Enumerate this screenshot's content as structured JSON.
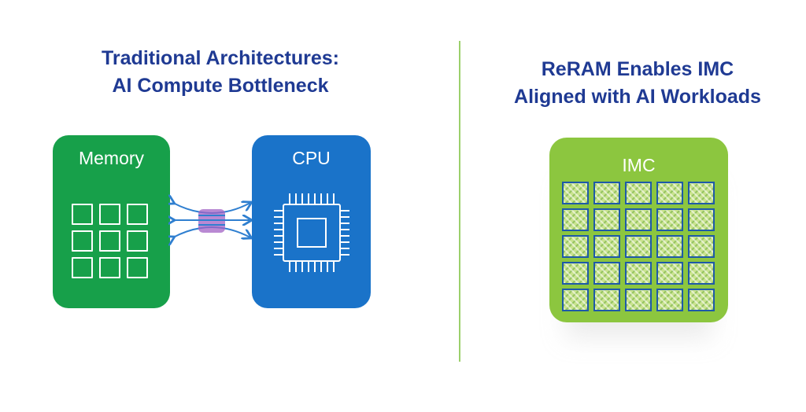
{
  "left_panel": {
    "title_line1": "Traditional Architectures:",
    "title_line2": "AI Compute Bottleneck",
    "memory_label": "Memory",
    "cpu_label": "CPU"
  },
  "right_panel": {
    "title_line1": "ReRAM Enables IMC",
    "title_line2": "Aligned with AI Workloads",
    "imc_label": "IMC"
  },
  "colors": {
    "title": "#1f3a93",
    "memory_green": "#17a04a",
    "cpu_blue": "#1a73c9",
    "imc_green": "#8cc63f",
    "divider": "#9bd06b",
    "bottleneck_purple": "#a262c4"
  },
  "icons": [
    "memory-grid-icon",
    "cpu-chip-icon",
    "bottleneck-arrows-icon",
    "imc-array-icon"
  ]
}
